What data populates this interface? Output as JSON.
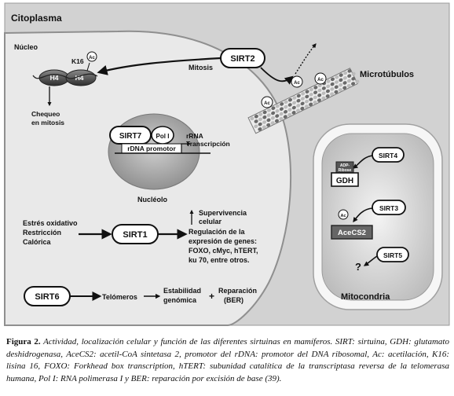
{
  "figure": {
    "compartments": {
      "cytoplasm": "Citoplasma",
      "nucleus": "Núcleo",
      "nucleolus": "Nucléolo",
      "microtubules": "Microtúbulos",
      "mitochondria": "Mitocondria"
    },
    "sirt1": {
      "label": "SIRT1",
      "inputs": [
        "Estrés oxidativo",
        "Restricción",
        "Calórica"
      ],
      "effect_up": [
        "Supervivencia",
        "celular"
      ],
      "effect_reg": [
        "Regulación de la",
        "expresión de genes:",
        "FOXO, cMyc, hTERT,",
        "ku 70, entre otros."
      ]
    },
    "sirt2": {
      "label": "SIRT2",
      "mitosis": "Mitosis",
      "histone_a": "H4",
      "histone_b": "H4",
      "k16": "K16",
      "ac": "Ac",
      "checkpoint": [
        "Chequeo",
        "en mitosis"
      ]
    },
    "sirt3": {
      "label": "SIRT3",
      "target": "AceCS2",
      "ac": "Ac"
    },
    "sirt4": {
      "label": "SIRT4",
      "target": "GDH",
      "adp_ribose": [
        "ADP-",
        "Ribose"
      ]
    },
    "sirt5": {
      "label": "SIRT5",
      "unknown": "?"
    },
    "sirt6": {
      "label": "SIRT6",
      "telomeres": "Telómeros",
      "stability": [
        "Estabilidad",
        "genómica"
      ],
      "plus": "+",
      "repair": [
        "Reparación",
        "(BER)"
      ]
    },
    "sirt7": {
      "label": "SIRT7",
      "pol": "Pol I",
      "promoter": "rDNA promotor",
      "transcription": [
        "rRNA",
        "Transcripción"
      ]
    }
  },
  "caption": {
    "lead": "Figura 2.",
    "text": " Actividad, localización celular y función de las diferentes sirtuinas en mamíferos. SIRT: sirtuina, GDH: glutamato deshidrogenasa, AceCS2: acetil-CoA sintetasa 2, promotor del rDNA: promotor del DNA ribosomal, Ac: acetilación, K16: lisina 16, FOXO: Forkhead box transcription, hTERT: subunidad catalítica de la transcriptasa reversa de la telomerasa humana, Pol I: RNA polimerasa I y BER: reparación por excisión de base (39)."
  },
  "colors": {
    "cytoplasm": "#d2d2d2",
    "nucleus": "#e9e9e9",
    "nucleolus": "#a8a8a8",
    "dark": "#3a3a3a"
  }
}
